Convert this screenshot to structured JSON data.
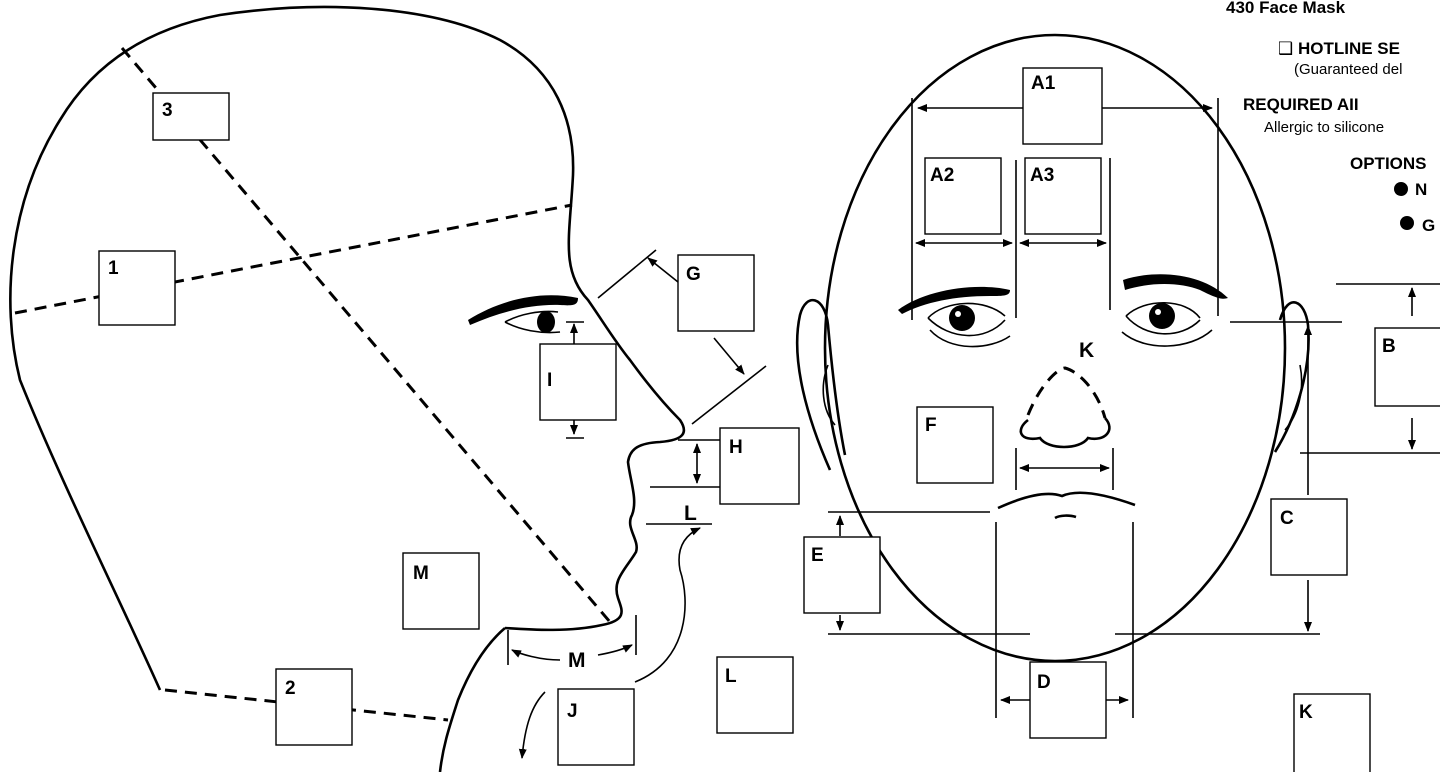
{
  "header": {
    "product": "430 Face Mask",
    "hotline": "❑ HOTLINE SE",
    "hotline_note": "(Guaranteed del",
    "required": "REQUIRED AII",
    "allergy_note": "Allergic to silicone",
    "options": "OPTIONS",
    "option_1": "N",
    "option_2": "G"
  },
  "profile_boxes": {
    "b3": "3",
    "b1": "1",
    "bG": "G",
    "bI": "I",
    "bH": "H",
    "bL_small": "L",
    "bM": "M",
    "bM_small": "M",
    "b2": "2",
    "bJ": "J",
    "bL": "L"
  },
  "front_boxes": {
    "A1": "A1",
    "A2": "A2",
    "A3": "A3",
    "K_label": "K",
    "F": "F",
    "B": "B",
    "C": "C",
    "E": "E",
    "D": "D",
    "K": "K"
  },
  "colors": {
    "ink": "#000000",
    "paper": "#ffffff"
  }
}
